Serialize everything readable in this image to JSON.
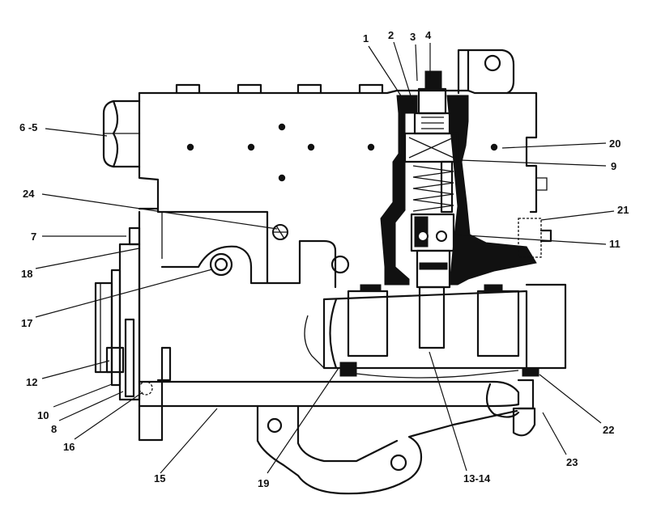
{
  "diagram": {
    "callouts": [
      {
        "id": "c1",
        "label": "1"
      },
      {
        "id": "c2",
        "label": "2"
      },
      {
        "id": "c3",
        "label": "3"
      },
      {
        "id": "c4",
        "label": "4"
      },
      {
        "id": "c6-5",
        "label": "6 -5"
      },
      {
        "id": "c20",
        "label": "20"
      },
      {
        "id": "c9",
        "label": "9"
      },
      {
        "id": "c24",
        "label": "24"
      },
      {
        "id": "c21",
        "label": "21"
      },
      {
        "id": "c7",
        "label": "7"
      },
      {
        "id": "c11",
        "label": "11"
      },
      {
        "id": "c18",
        "label": "18"
      },
      {
        "id": "c17",
        "label": "17"
      },
      {
        "id": "c12",
        "label": "12"
      },
      {
        "id": "c10",
        "label": "10"
      },
      {
        "id": "c8",
        "label": "8"
      },
      {
        "id": "c16",
        "label": "16"
      },
      {
        "id": "c22",
        "label": "22"
      },
      {
        "id": "c23",
        "label": "23"
      },
      {
        "id": "c15",
        "label": "15"
      },
      {
        "id": "c19",
        "label": "19"
      },
      {
        "id": "c13-14",
        "label": "13-14"
      }
    ]
  }
}
